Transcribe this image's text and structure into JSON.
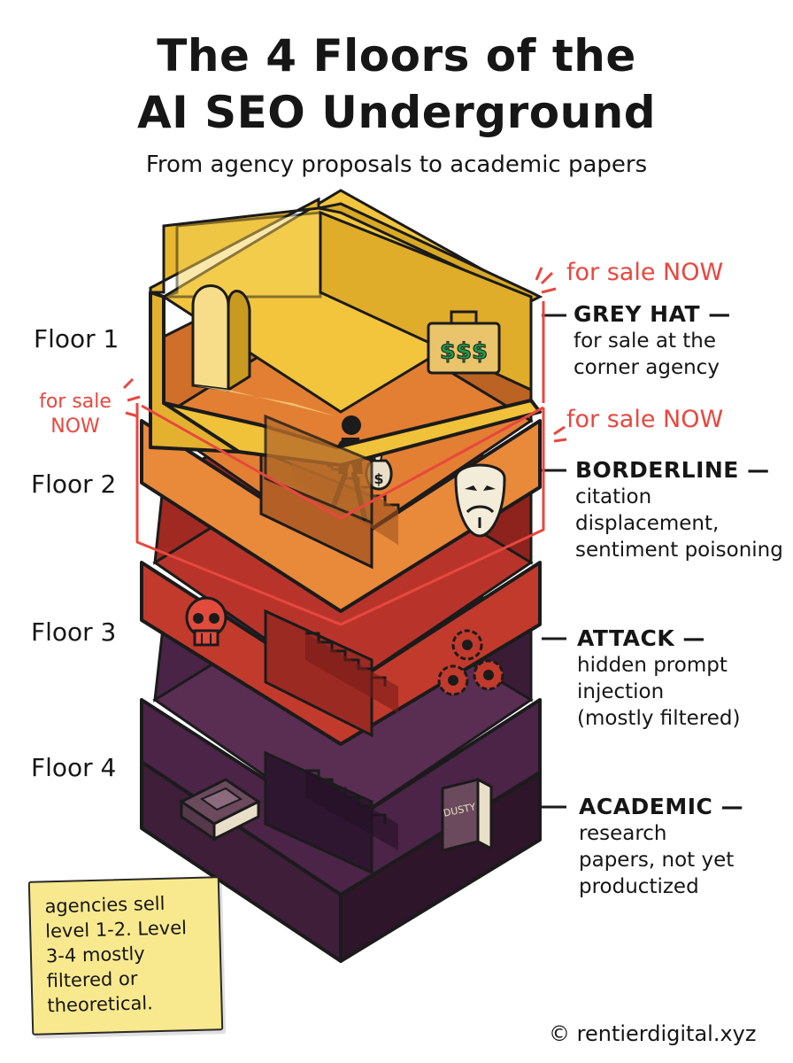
{
  "title": {
    "line1": "The 4 Floors of the",
    "line2": "AI SEO Underground"
  },
  "subtitle": "From agency proposals to academic papers",
  "floors": [
    {
      "label": "Floor 1",
      "heading": "GREY HAT —",
      "lines": [
        "for sale at the",
        "corner agency"
      ],
      "color": "#f2c53d"
    },
    {
      "label": "Floor 2",
      "heading": "BORDERLINE —",
      "lines": [
        "citation",
        "displacement,",
        "sentiment poisoning"
      ],
      "color": "#e9893a"
    },
    {
      "label": "Floor 3",
      "heading": "ATTACK —",
      "lines": [
        "hidden prompt",
        "injection",
        "(mostly filtered)"
      ],
      "color": "#cc3a2a"
    },
    {
      "label": "Floor 4",
      "heading": "ACADEMIC —",
      "lines": [
        "research",
        "papers, not yet",
        "productized"
      ],
      "color": "#43213f"
    }
  ],
  "for_sale": {
    "right": "for sale NOW",
    "left_line1": "for sale",
    "left_line2": "NOW",
    "color": "#e8473f"
  },
  "icons": {
    "briefcase_text": "$$$",
    "money_bag_text": "$",
    "book_text": "DUSTY"
  },
  "sticky_note": {
    "lines": [
      "agencies sell",
      "level 1-2. Level",
      "3-4 mostly",
      "filtered or",
      "theoretical."
    ],
    "color": "#f9e98e"
  },
  "credit": "© rentierdigital.xyz"
}
